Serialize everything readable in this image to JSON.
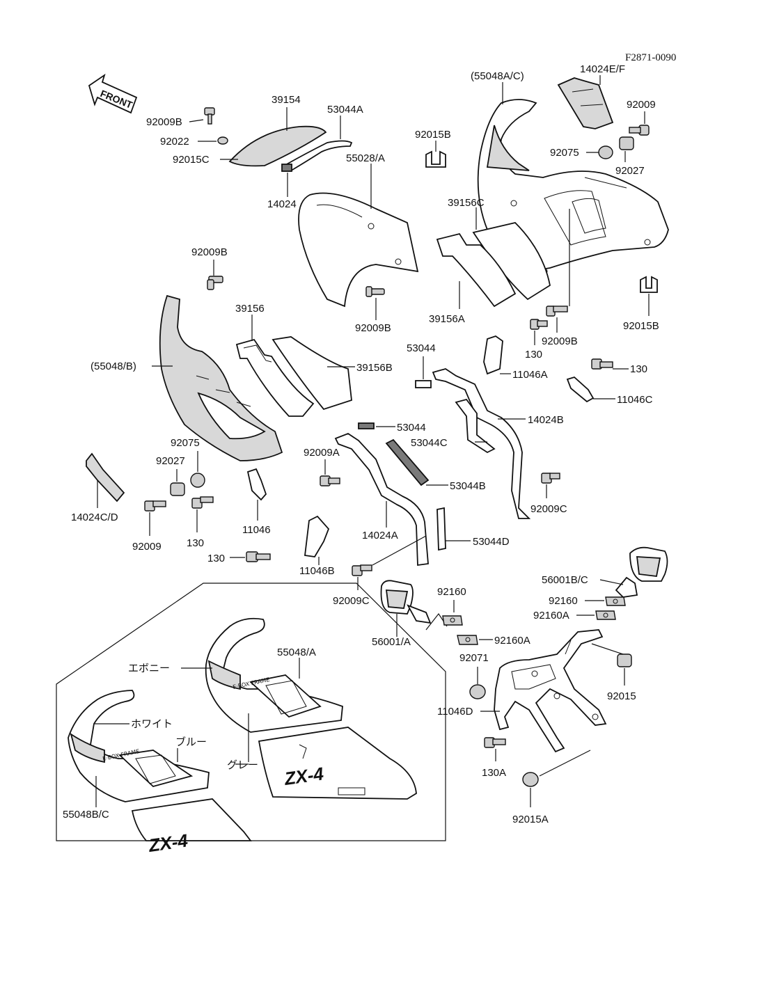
{
  "diagram": {
    "code": "F2871-0090",
    "front_arrow": "FRONT",
    "labels": {
      "l_92009B_a": "92009B",
      "l_92022": "92022",
      "l_92015C": "92015C",
      "l_39154": "39154",
      "l_53044A": "53044A",
      "l_14024": "14024",
      "l_55028A": "55028/A",
      "l_92015B_a": "92015B",
      "l_55048AC": "(55048A/C)",
      "l_14024EF": "14024E/F",
      "l_92009_a": "92009",
      "l_92075_a": "92075",
      "l_92027_a": "92027",
      "l_39156C": "39156C",
      "l_92009B_b": "92009B",
      "l_92009B_c": "92009B",
      "l_39156A": "39156A",
      "l_130_a": "130",
      "l_92009B_d": "92009B",
      "l_92015B_b": "92015B",
      "l_39156": "39156",
      "l_55048B": "(55048/B)",
      "l_39156B": "39156B",
      "l_53044_a": "53044",
      "l_11046A": "11046A",
      "l_130_b": "130",
      "l_11046C": "11046C",
      "l_53044_b": "53044",
      "l_14024B": "14024B",
      "l_53044C": "53044C",
      "l_92075_b": "92075",
      "l_92027_b": "92027",
      "l_92009A": "92009A",
      "l_53044B": "53044B",
      "l_92009C_a": "92009C",
      "l_14024CD": "14024C/D",
      "l_92009_b": "92009",
      "l_130_c": "130",
      "l_11046": "11046",
      "l_14024A": "14024A",
      "l_53044D": "53044D",
      "l_130_d": "130",
      "l_11046B": "11046B",
      "l_92009C_b": "92009C",
      "l_56001BC": "56001B/C",
      "l_92160_a": "92160",
      "l_92160_b": "92160",
      "l_92160A_a": "92160A",
      "l_56001A": "56001/A",
      "l_92160A_b": "92160A",
      "l_92071": "92071",
      "l_92015": "92015",
      "l_11046D": "11046D",
      "l_130A": "130A",
      "l_92015A": "92015A",
      "l_55048A": "55048/A",
      "l_55048BC": "55048B/C",
      "l_ebony": "エボニー",
      "l_white": "ホワイト",
      "l_blue": "ブルー",
      "l_gray": "グレー"
    },
    "decals": {
      "frame_text_1": "E·BOX FRAME",
      "frame_text_2": "E·BOX FRAME",
      "model_text_1": "ZX-4",
      "model_text_2": "ZX-4"
    }
  }
}
